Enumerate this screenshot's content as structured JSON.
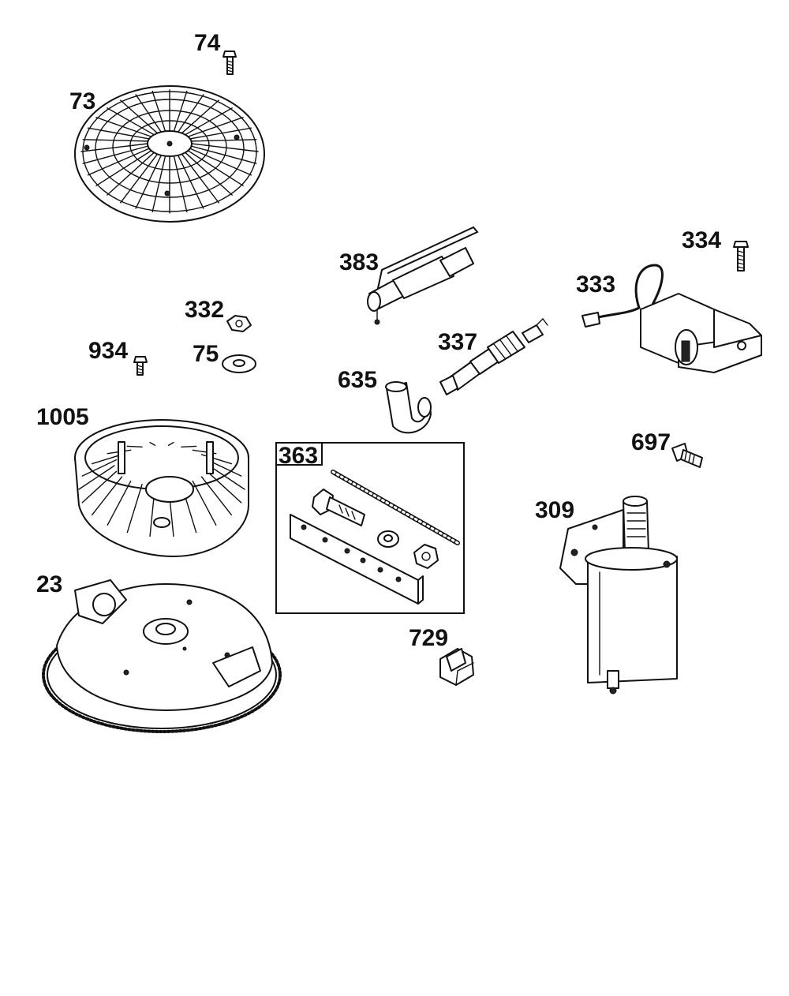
{
  "parts": [
    {
      "key": "p74",
      "label": "74",
      "name": "screw"
    },
    {
      "key": "p73",
      "label": "73",
      "name": "rotating-screen"
    },
    {
      "key": "p383",
      "label": "383",
      "name": "ground-wire"
    },
    {
      "key": "p334",
      "label": "334",
      "name": "screw"
    },
    {
      "key": "p333",
      "label": "333",
      "name": "armature-magneto"
    },
    {
      "key": "p332",
      "label": "332",
      "name": "nut"
    },
    {
      "key": "p337",
      "label": "337",
      "name": "spark-plug"
    },
    {
      "key": "p934",
      "label": "934",
      "name": "screw"
    },
    {
      "key": "p75",
      "label": "75",
      "name": "washer"
    },
    {
      "key": "p635",
      "label": "635",
      "name": "spark-plug-boot"
    },
    {
      "key": "p1005",
      "label": "1005",
      "name": "fan"
    },
    {
      "key": "p363",
      "label": "363",
      "name": "hardware-kit"
    },
    {
      "key": "p697",
      "label": "697",
      "name": "screw"
    },
    {
      "key": "p309",
      "label": "309",
      "name": "starter-motor"
    },
    {
      "key": "p23",
      "label": "23",
      "name": "flywheel"
    },
    {
      "key": "p729",
      "label": "729",
      "name": "clip"
    }
  ]
}
